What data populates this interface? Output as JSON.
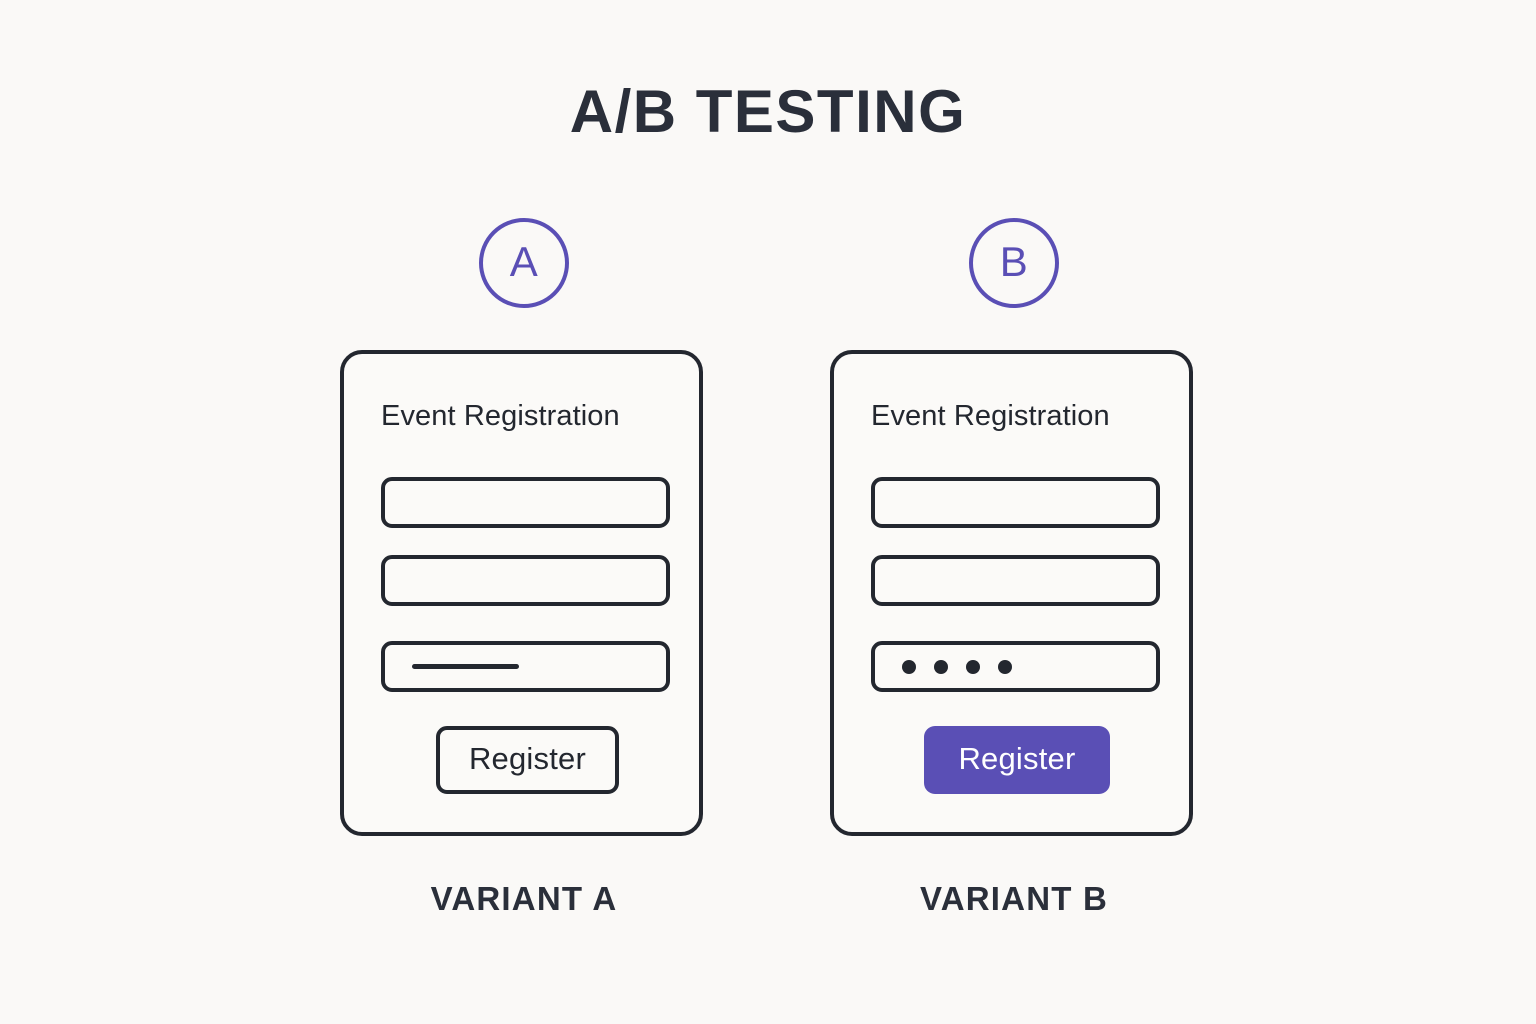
{
  "page": {
    "title": "A/B TESTING",
    "background_color": "#faf9f7",
    "ink_color": "#23272f",
    "accent_color": "#5a4fb5"
  },
  "variants": [
    {
      "badge_letter": "A",
      "badge_name": "badge-a",
      "caption": "VARIANT A",
      "card": {
        "heading": "Event Registration",
        "fields": [
          {
            "name": "text-field-1",
            "content_type": "empty"
          },
          {
            "name": "text-field-2",
            "content_type": "empty"
          },
          {
            "name": "text-field-3",
            "content_type": "typed-line"
          }
        ],
        "button": {
          "label": "Register",
          "style": "outline",
          "fill_color": "none",
          "text_color": "#23272f"
        }
      }
    },
    {
      "badge_letter": "B",
      "badge_name": "badge-b",
      "caption": "VARIANT B",
      "card": {
        "heading": "Event Registration",
        "fields": [
          {
            "name": "text-field-1",
            "content_type": "empty"
          },
          {
            "name": "text-field-2",
            "content_type": "empty"
          },
          {
            "name": "password-field-3",
            "content_type": "password-dots",
            "dot_count": 4
          }
        ],
        "button": {
          "label": "Register",
          "style": "filled",
          "fill_color": "#5a4fb5",
          "text_color": "#ffffff"
        }
      }
    }
  ]
}
